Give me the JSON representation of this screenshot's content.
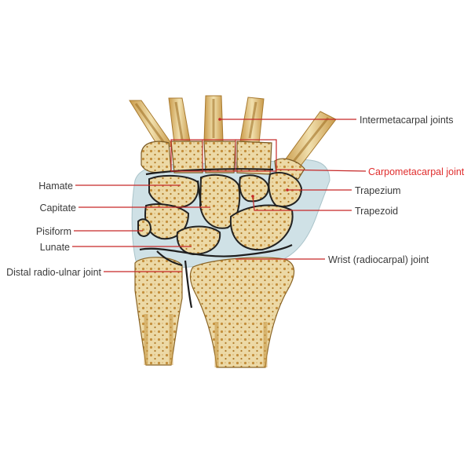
{
  "colors": {
    "leader": "#c62828",
    "label": "#3a3a3a",
    "highlight": "#e02e2e",
    "bone": "#e9d6a2",
    "bone_dark": "#b9873a",
    "marrow": "#a9741f",
    "cartilage": "#c9dde2",
    "joint_line": "#1f1f1f"
  },
  "labels": {
    "intermetacarpal": "Intermetacarpal joints",
    "carpometacarpal": "Carpometacarpal joint",
    "trapezium": "Trapezium",
    "trapezoid": "Trapezoid",
    "wrist": "Wrist (radiocarpal) joint",
    "hamate": "Hamate",
    "capitate": "Capitate",
    "pisiform": "Pisiform",
    "lunate": "Lunate",
    "distal_radioulnar": "Distal radio-ulnar joint"
  }
}
